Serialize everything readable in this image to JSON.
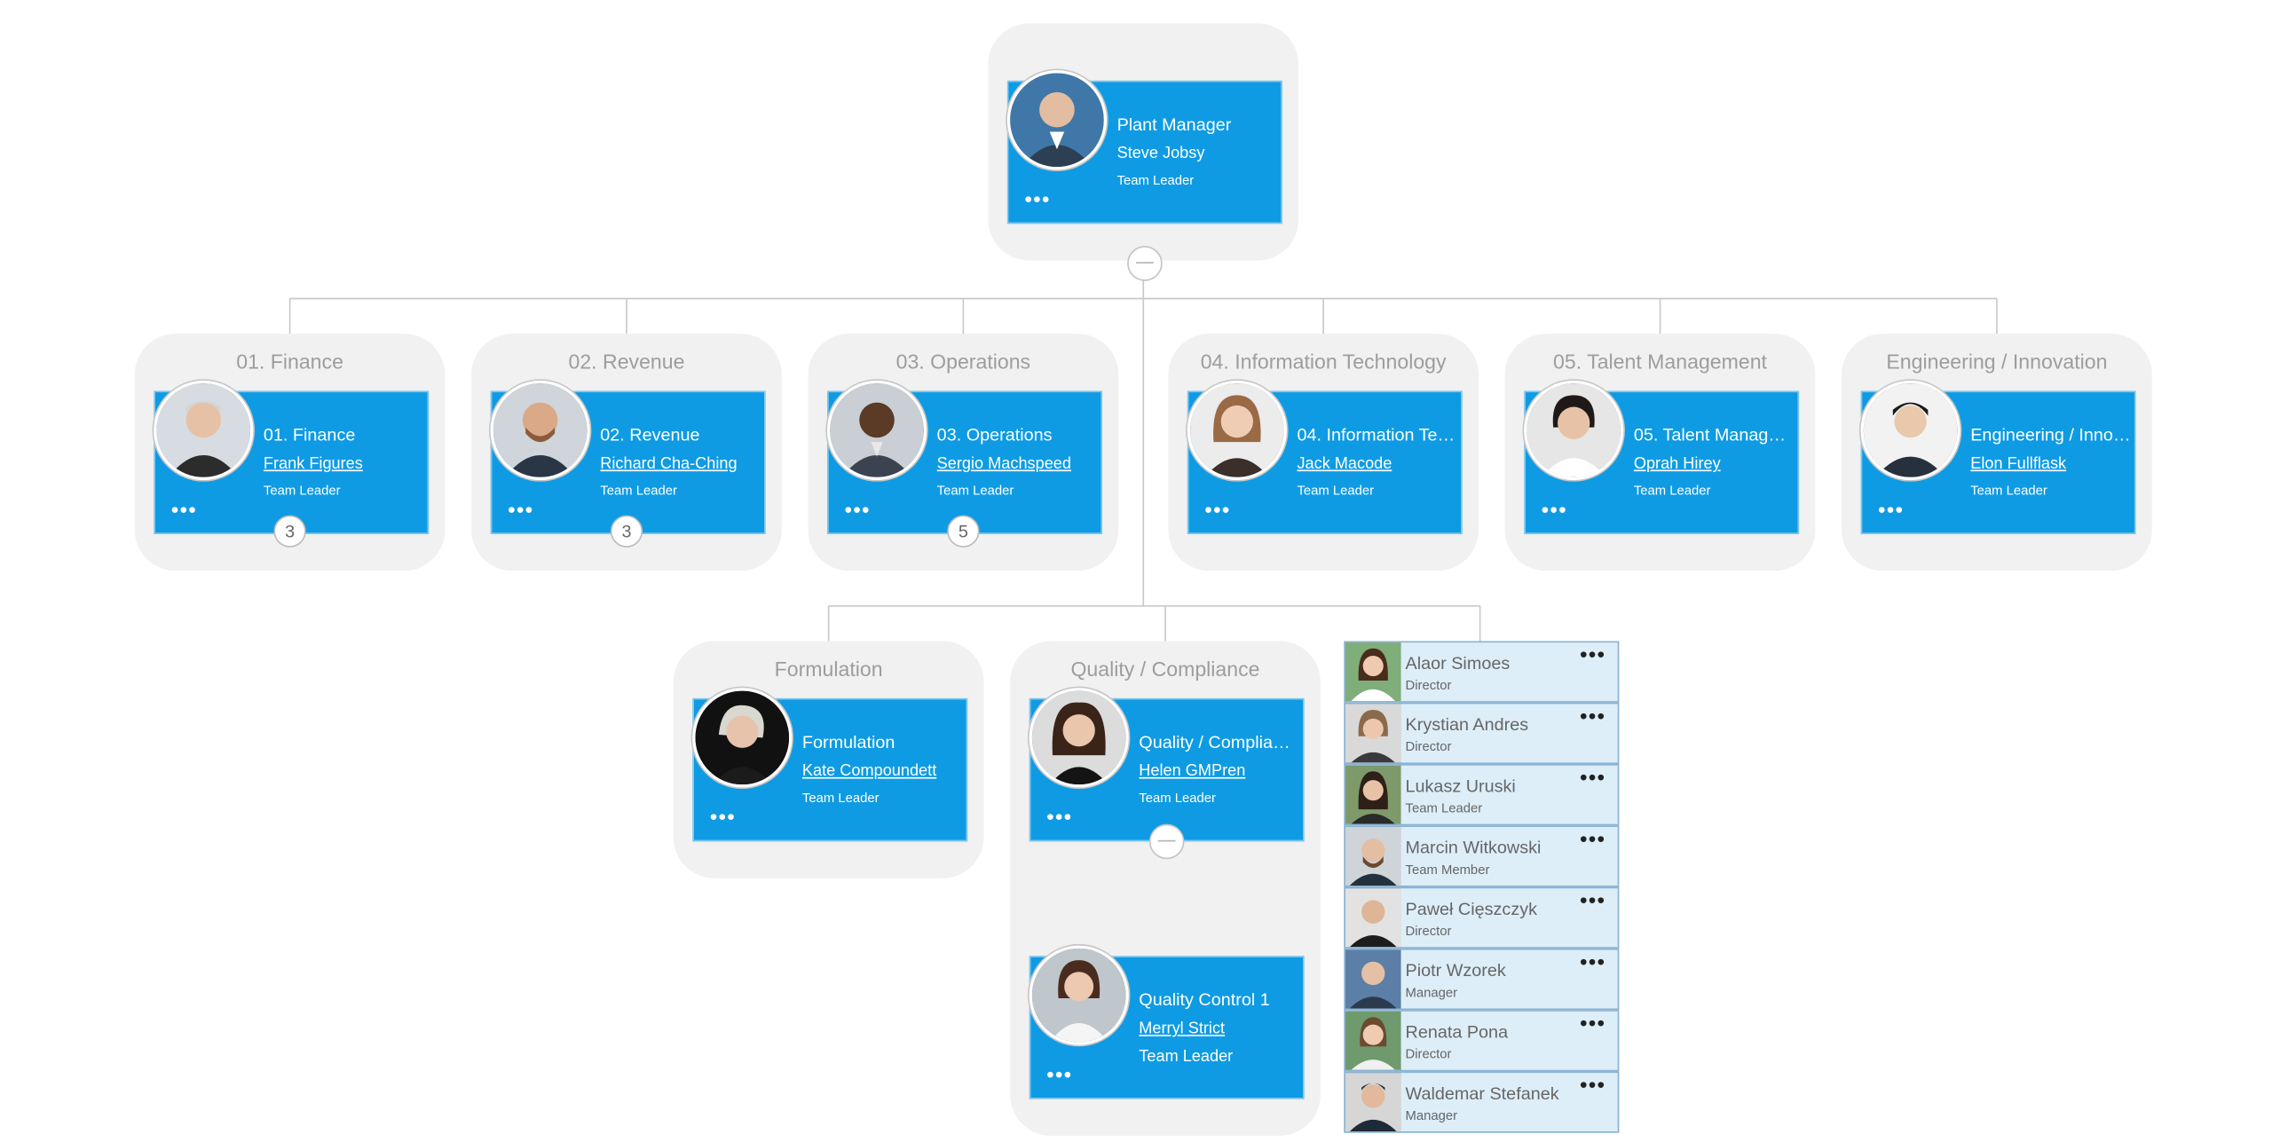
{
  "root": {
    "role": "Plant Manager",
    "name": "Steve Jobsy",
    "title": "Team Leader",
    "more": "•••"
  },
  "departments": [
    {
      "header": "01. Finance",
      "role": "01. Finance",
      "name": "Frank Figures",
      "title": "Team Leader",
      "more": "•••",
      "count": "3"
    },
    {
      "header": "02. Revenue",
      "role": "02. Revenue",
      "name": "Richard Cha-Ching",
      "title": "Team Leader",
      "more": "•••",
      "count": "3"
    },
    {
      "header": "03. Operations",
      "role": "03. Operations",
      "name": "Sergio Machspeed",
      "title": "Team Leader",
      "more": "•••",
      "count": "5"
    },
    {
      "header": "04. Information Technology",
      "role": "04. Information Techn...",
      "name": "Jack Macode",
      "title": "Team Leader",
      "more": "•••"
    },
    {
      "header": "05. Talent Management",
      "role": "05. Talent Management",
      "name": "Oprah Hirey",
      "title": "Team Leader",
      "more": "•••"
    },
    {
      "header": "Engineering / Innovation",
      "role": "Engineering / Innovati...",
      "name": "Elon Fullflask",
      "title": "Team Leader",
      "more": "•••"
    }
  ],
  "subdepartments": [
    {
      "header": "Formulation",
      "role": "Formulation",
      "name": "Kate Compoundett",
      "title": "Team Leader",
      "more": "•••"
    },
    {
      "header": "Quality / Compliance",
      "role": "Quality / Compliance",
      "name": "Helen GMPren",
      "title": "Team Leader",
      "more": "•••"
    }
  ],
  "quality_child": {
    "role": "Quality Control 1",
    "name": "Merryl Strict",
    "title": "Team Leader",
    "more": "•••"
  },
  "members": [
    {
      "name": "Alaor Simoes",
      "title": "Director",
      "more": "•••"
    },
    {
      "name": "Krystian Andres",
      "title": "Director",
      "more": "•••"
    },
    {
      "name": "Lukasz Uruski",
      "title": "Team Leader",
      "more": "•••"
    },
    {
      "name": "Marcin Witkowski",
      "title": "Team Member",
      "more": "•••"
    },
    {
      "name": "Paweł Cięszczyk",
      "title": "Director",
      "more": "•••"
    },
    {
      "name": "Piotr Wzorek",
      "title": "Manager",
      "more": "•••"
    },
    {
      "name": "Renata Pona",
      "title": "Director",
      "more": "•••"
    },
    {
      "name": "Waldemar Stefanek",
      "title": "Manager",
      "more": "•••"
    }
  ],
  "colors": {
    "card": "#0e9be4",
    "group": "#f1f1f1",
    "connector": "#c9c9c9",
    "member_card": "#ddeef8"
  }
}
